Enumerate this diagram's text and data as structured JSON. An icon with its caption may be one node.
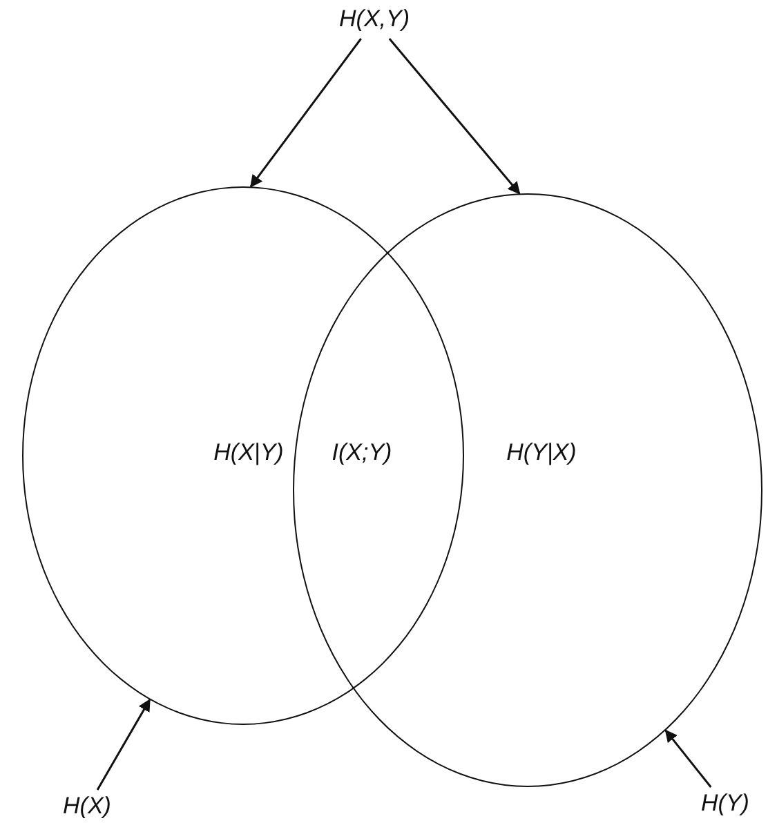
{
  "diagram": {
    "nodes": [
      {
        "text": [
          "H(X,Y)"
        ]
      },
      {
        "text": [],
        "shape": "circle"
      },
      {
        "text": [],
        "shape": "circle"
      },
      {
        "text": [
          "H(X)"
        ]
      },
      {
        "text": [
          "H(Y)"
        ]
      }
    ],
    "edges": [
      {
        "from": 0,
        "to": 1,
        "arrow": "to"
      },
      {
        "from": 0,
        "to": 2,
        "arrow": "to"
      },
      {
        "from": 3,
        "to": 1,
        "arrow": "to"
      },
      {
        "from": 4,
        "to": 2,
        "arrow": "to"
      }
    ],
    "labels": [
      "H(X|Y)",
      "I(X;Y)",
      "H(Y|X)"
    ]
  }
}
